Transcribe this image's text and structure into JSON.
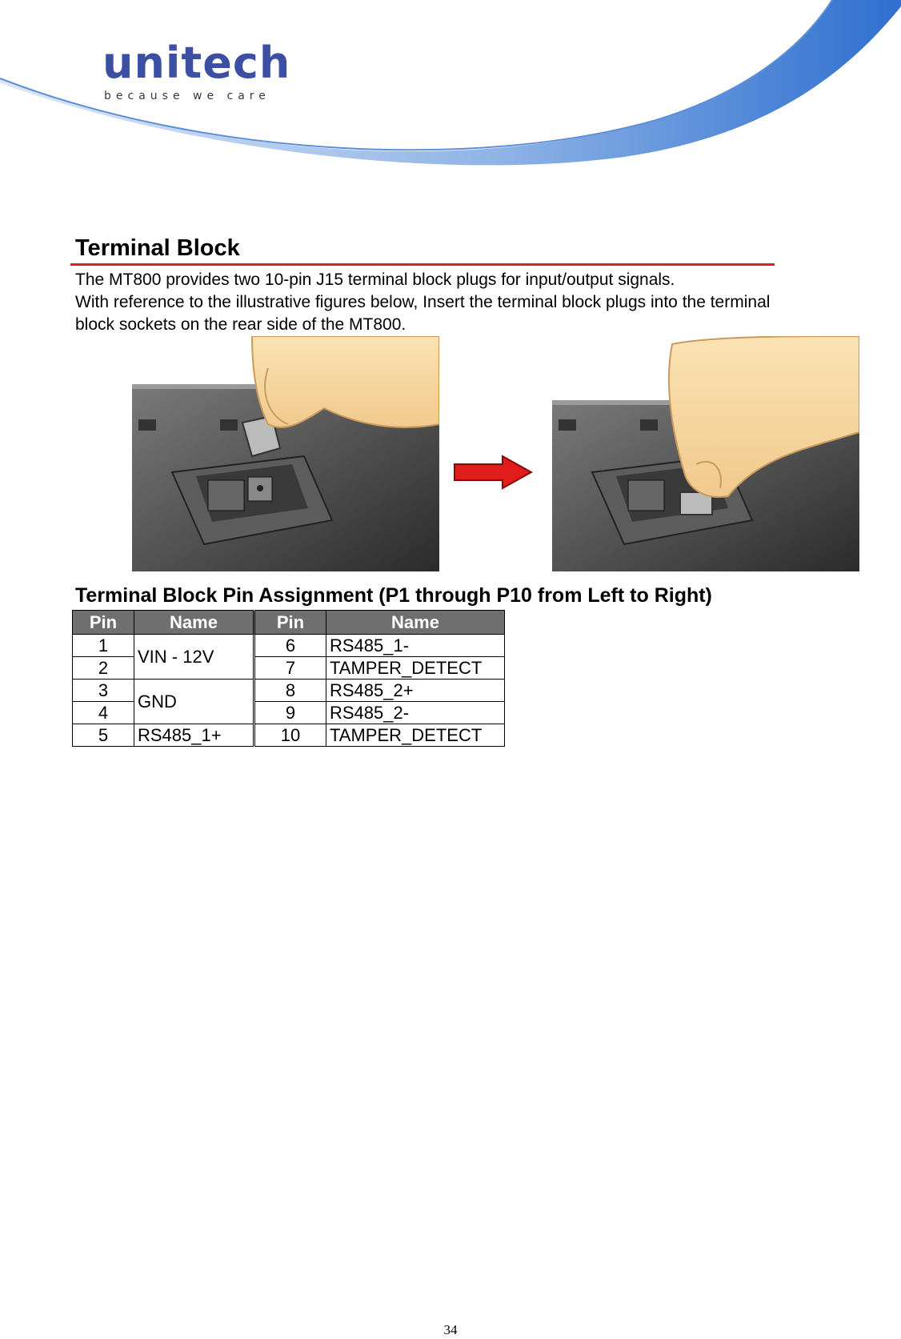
{
  "logo": {
    "word": "unitech",
    "tagline": "because we care"
  },
  "colors": {
    "brand_blue": "#3d4fa3",
    "rule_red": "#e02020",
    "table_header": "#6f6f6f"
  },
  "section": {
    "title": "Terminal Block",
    "paragraphs": [
      "The MT800 provides two 10-pin J15 terminal block plugs for input/output signals.",
      "With reference to the illustrative figures below, Insert the terminal block plugs into the terminal",
      "block sockets on the rear side of the MT800."
    ]
  },
  "pin_table": {
    "title": "Terminal Block Pin Assignment (P1 through P10 from Left to Right)",
    "headers": [
      "Pin",
      "Name",
      "Pin",
      "Name"
    ],
    "rows": [
      {
        "pin_left": "1",
        "name_left": "VIN - 12V",
        "pin_right": "6",
        "name_right": "RS485_1-"
      },
      {
        "pin_left": "2",
        "name_left": "",
        "pin_right": "7",
        "name_right": "TAMPER_DETECT"
      },
      {
        "pin_left": "3",
        "name_left": "GND",
        "pin_right": "8",
        "name_right": "RS485_2+"
      },
      {
        "pin_left": "4",
        "name_left": "",
        "pin_right": "9",
        "name_right": "RS485_2-"
      },
      {
        "pin_left": "5",
        "name_left": "RS485_1+",
        "pin_right": "10",
        "name_right": "TAMPER_DETECT"
      }
    ]
  },
  "page_number": "34"
}
